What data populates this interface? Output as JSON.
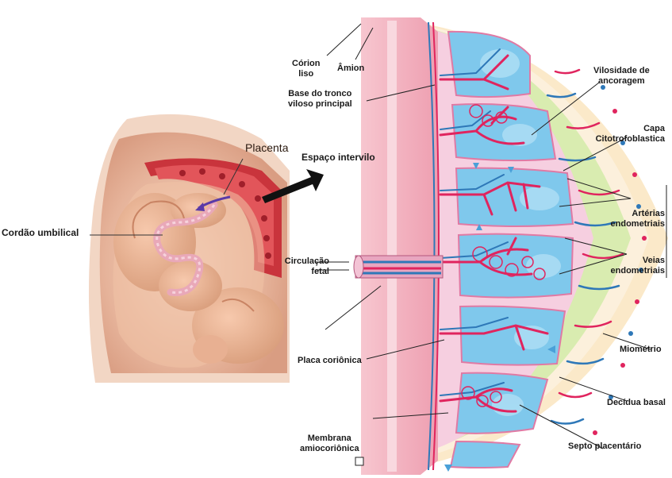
{
  "labels": {
    "placenta": "Placenta",
    "cordao_umbilical": "Cordão umbilical",
    "espaco_intervilo": "Espaço intervilo",
    "corion_liso": "Córion\nliso",
    "amion": "Âmion",
    "base_tronco": "Base do tronco\nviloso principal",
    "vilosidade_ancoragem": "Vilosidade de\nancoragem",
    "capa_citotrofoblastica": "Capa\nCitotrofoblastica",
    "arterias_endometriais": "Artérias\nendometriais",
    "veias_endometriais": "Veias\nendometriais",
    "circulacao_fetal": "Circulação\nfetal",
    "placa_corionica": "Placa coriônica",
    "miometrio": "Miométrio",
    "decidua_basal": "Decídua basal",
    "membrana_amiocorionica": "Membrana\namiocoriônica",
    "septo_placentario": "Septo placentário"
  },
  "colors": {
    "blood_space": "#7fc8ec",
    "septum": "#f6cfe0",
    "decidua": "#d9ecb0",
    "myometrium": "#fbe9c9",
    "artery": "#e0245e",
    "vein": "#2e78b8",
    "chorionic_plate": "#f3b2c3",
    "uterus_wall": "#e9b59c"
  }
}
